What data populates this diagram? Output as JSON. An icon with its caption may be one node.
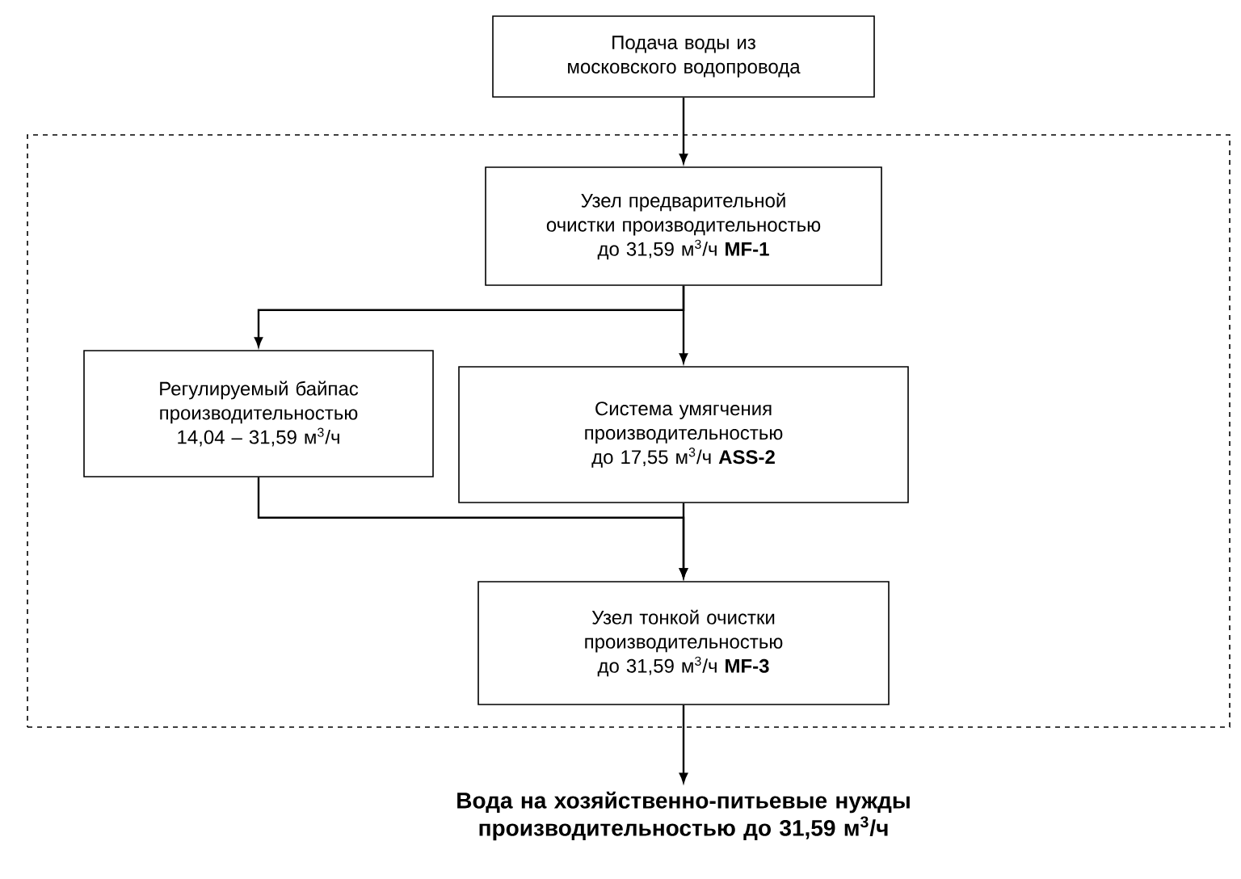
{
  "diagram": {
    "nodes": [
      {
        "text": [
          "Подача воды из московского водопровода"
        ]
      },
      {
        "text": [],
        "shape": "box"
      },
      {
        "text": [
          "Узел предварительной очистки производительностью до 31,59 м$^{3}$/ч **MF-1**"
        ],
        "in": 1
      },
      {
        "text": [
          "Регулируемый байпас производительностью 14,04 – 31,59 м$^{3}$/ч"
        ],
        "in": 1
      },
      {
        "text": [
          "Система умягчения производительностью до 17,55 м$^{3}$/ч **ASS-2**"
        ],
        "in": 1
      },
      {
        "text": [
          "Узел тонкой очистки производительностью до 31,59 м$^{3}$/ч **MF-3**"
        ],
        "in": 1
      },
      {
        "text": [
          "Вода на хозяйственно-питьевые нужды производительностью до 31,59 м$^{3}$/ч"
        ]
      }
    ],
    "edges": [
      {
        "from": 0,
        "to": 2,
        "arrow": "to"
      },
      {
        "from": 2,
        "to": 3,
        "arrow": "to"
      },
      {
        "from": 2,
        "to": 4,
        "arrow": "to"
      },
      {
        "from": 3,
        "to": 5,
        "arrow": "to"
      },
      {
        "from": 4,
        "to": 5,
        "arrow": "to"
      },
      {
        "from": 5,
        "to": 6,
        "arrow": "to"
      }
    ]
  }
}
